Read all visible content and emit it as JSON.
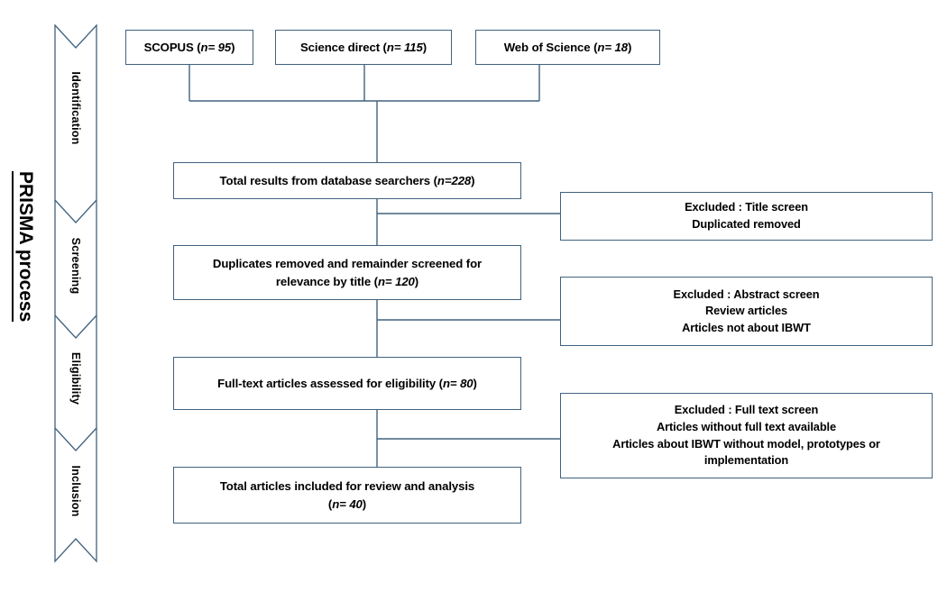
{
  "figure": {
    "side_label": "PRISMA process",
    "border_color": "#41627e",
    "text_color": "#000000",
    "background": "#ffffff"
  },
  "stages": [
    {
      "name": "identification",
      "label": "Identification"
    },
    {
      "name": "screening",
      "label": "Screening"
    },
    {
      "name": "eligibility",
      "label": "Eligibility"
    },
    {
      "name": "inclusion",
      "label": "Inclusion"
    }
  ],
  "sources": [
    {
      "name": "scopus",
      "label": "SCOPUS (",
      "em": "n",
      "tail": "= 95",
      "close": ")",
      "n": 95
    },
    {
      "name": "science-direct",
      "label": "Science direct (",
      "em": "n",
      "tail": "= 115",
      "close": ")",
      "n": 115
    },
    {
      "name": "web-of-science",
      "label": "Web of Science (",
      "em": "n",
      "tail": "= 18",
      "close": ")",
      "n": 18
    }
  ],
  "flow": [
    {
      "name": "total-results",
      "lines": [
        {
          "pre": "Total results from database searchers (",
          "em": "n=228",
          "post": ")"
        }
      ],
      "n": 228
    },
    {
      "name": "duplicates-removed",
      "lines": [
        {
          "pre": "Duplicates removed and remainder screened for",
          "em": "",
          "post": ""
        },
        {
          "pre": "relevance by title (",
          "em": "n= 120",
          "post": ")"
        }
      ],
      "n": 120
    },
    {
      "name": "full-text-assessed",
      "lines": [
        {
          "pre": "Full-text articles assessed for eligibility (",
          "em": "n= 80",
          "post": ")"
        }
      ],
      "n": 80
    },
    {
      "name": "included-for-review",
      "lines": [
        {
          "pre": "Total articles included for review and analysis",
          "em": "",
          "post": ""
        },
        {
          "pre": "(",
          "em": "n= 40",
          "post": ")"
        }
      ],
      "n": 40
    }
  ],
  "exclusions": [
    {
      "name": "excluded-title-screen",
      "lines": [
        "Excluded : Title screen",
        "Duplicated removed"
      ]
    },
    {
      "name": "excluded-abstract-screen",
      "lines": [
        "Excluded : Abstract screen",
        "Review articles",
        "Articles not about IBWT"
      ]
    },
    {
      "name": "excluded-full-text-screen",
      "lines": [
        "Excluded : Full text screen",
        "Articles without full text available",
        "Articles about IBWT without model, prototypes or",
        "implementation"
      ]
    }
  ]
}
